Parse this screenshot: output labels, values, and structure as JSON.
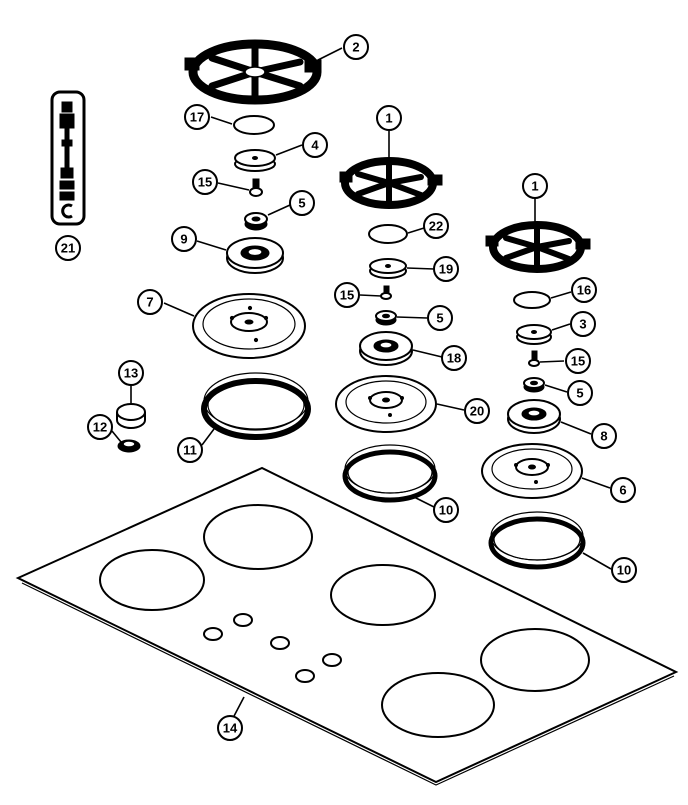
{
  "callouts": [
    {
      "id": "c2",
      "label": "2"
    },
    {
      "id": "c17",
      "label": "17"
    },
    {
      "id": "c4a",
      "label": "4"
    },
    {
      "id": "c15a",
      "label": "15"
    },
    {
      "id": "c5a",
      "label": "5"
    },
    {
      "id": "c9",
      "label": "9"
    },
    {
      "id": "c7",
      "label": "7"
    },
    {
      "id": "c13",
      "label": "13"
    },
    {
      "id": "c12",
      "label": "12"
    },
    {
      "id": "c11",
      "label": "11"
    },
    {
      "id": "c21",
      "label": "21"
    },
    {
      "id": "c1a",
      "label": "1"
    },
    {
      "id": "c22",
      "label": "22"
    },
    {
      "id": "c19",
      "label": "19"
    },
    {
      "id": "c15b",
      "label": "15"
    },
    {
      "id": "c5b",
      "label": "5"
    },
    {
      "id": "c18",
      "label": "18"
    },
    {
      "id": "c20",
      "label": "20"
    },
    {
      "id": "c10a",
      "label": "10"
    },
    {
      "id": "c1b",
      "label": "1"
    },
    {
      "id": "c16",
      "label": "16"
    },
    {
      "id": "c3",
      "label": "3"
    },
    {
      "id": "c15c",
      "label": "15"
    },
    {
      "id": "c5c",
      "label": "5"
    },
    {
      "id": "c8",
      "label": "8"
    },
    {
      "id": "c6",
      "label": "6"
    },
    {
      "id": "c10b",
      "label": "10"
    },
    {
      "id": "c14",
      "label": "14"
    }
  ]
}
